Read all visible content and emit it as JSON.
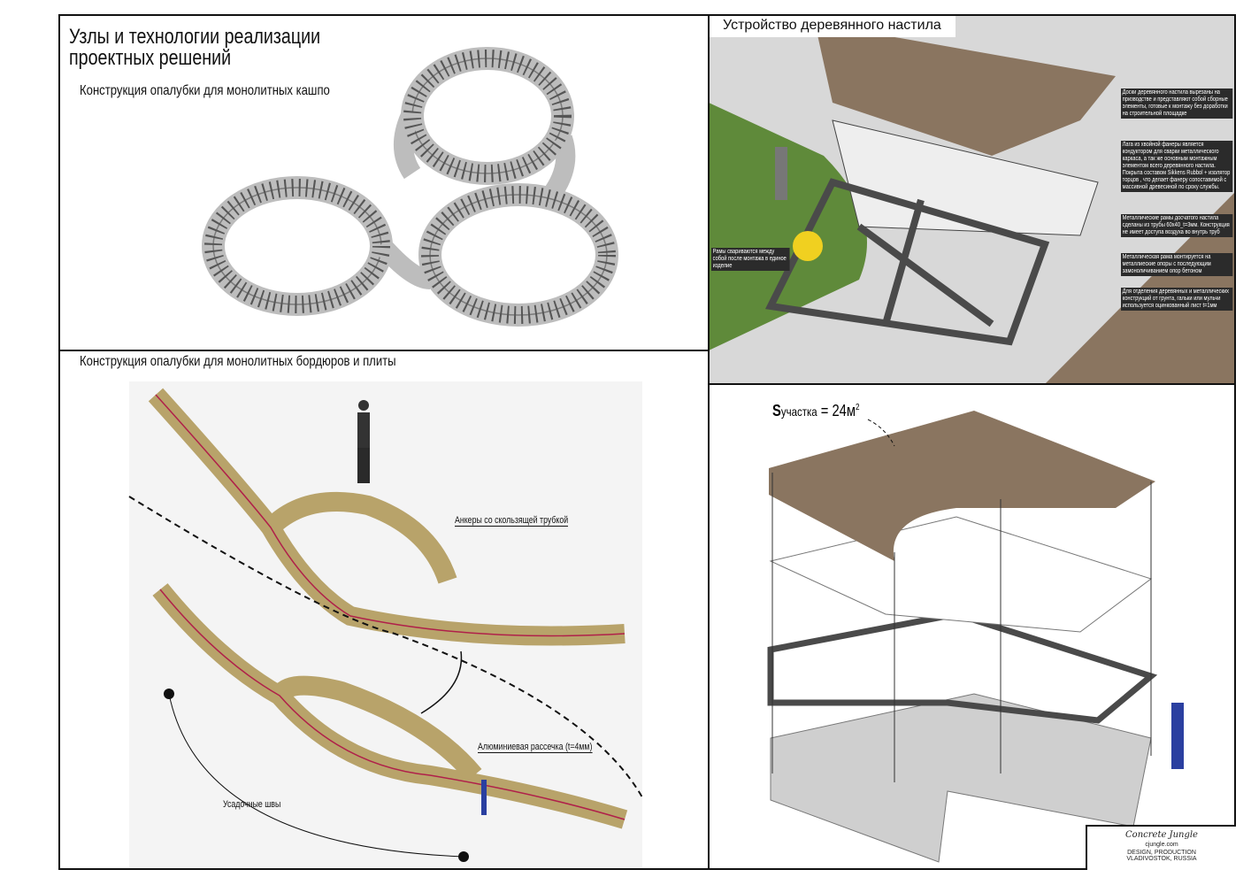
{
  "sheet": {
    "main_title_line1": "Узлы и технологии реализации",
    "main_title_line2": "проектных решений"
  },
  "panel_planters": {
    "title": "Конструкция опалубки для монолитных кашпо"
  },
  "panel_borders": {
    "title": "Конструкция опалубки для монолитных бордюров и плиты",
    "label_anchors": "Анкеры со скользящей трубкой",
    "label_aluminum": "Алюминиевая рассечка (t=4мм)",
    "label_joints": "Усадочные швы"
  },
  "panel_deck": {
    "title": "Устройство деревянного настила",
    "notes": [
      "Доски деревянного настила вырезаны на призводстве и представляют собой сборные элементы, готовые к монтажу без доработки на строительной площадке",
      "Лага из хвойной фанеры является кондуктором для сварки металлического каркаса, а так же основным монтажным элементом всего деревянного настила. Покрыта составом Sikkens Rubbol + изолятор торцов , что делает фанеру сопоставимой с массивной древесиной по сроку службы.",
      "Металлические рамы досчатого настила сделаны из трубы 60х40_t=3мм. Конструкция не имеет доступа воздуха во внутрь труб",
      "Металлическая рама монтируется на металлиеские опоры с последующим замоноличиванием опор бетоном",
      "Для отделения деревянных и металлических конструкций от грунта, гальки или мульчи используется оцинкованный лист t=1мм"
    ],
    "weld_note": "Рамы свариваются между собой после монтажа в единое изделие"
  },
  "panel_exploded": {
    "area_s": "S",
    "area_sub": "участка",
    "area_value": "= 24м",
    "area_sup": "2"
  },
  "logo": {
    "brand": "Concrete Jungle",
    "site": "cjungle.com",
    "line1": "DESIGN, PRODUCTION",
    "line2": "VLADIVOSTOK, RUSSIA"
  },
  "colors": {
    "wood": "#8a7560",
    "grass": "#5f8a3a",
    "steel": "#4a4a4a",
    "timber": "#b8a36a",
    "rebar": "#b0204a",
    "gravel": "#d9d9d9"
  }
}
